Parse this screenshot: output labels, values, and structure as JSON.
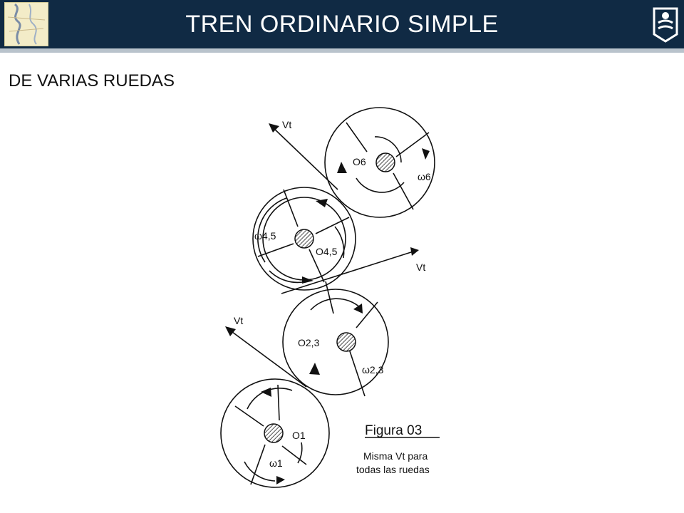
{
  "header": {
    "title": "TREN ORDINARIO SIMPLE",
    "bg_color": "#102a44",
    "left_logo": "map-logo-icon",
    "right_logo": "university-seal-icon"
  },
  "subtitle": "DE VARIAS RUEDAS",
  "figure": {
    "title": "Figura  03",
    "caption_line1": "Misma Vt para",
    "caption_line2": "todas las ruedas",
    "labels": {
      "o6": "O6",
      "w6": "ω6",
      "o45": "O4,5",
      "w45": "ω4,5",
      "o23": "O2,3",
      "w23": "ω2,3",
      "o1": "O1",
      "w1": "ω1",
      "vt": "Vt"
    }
  }
}
